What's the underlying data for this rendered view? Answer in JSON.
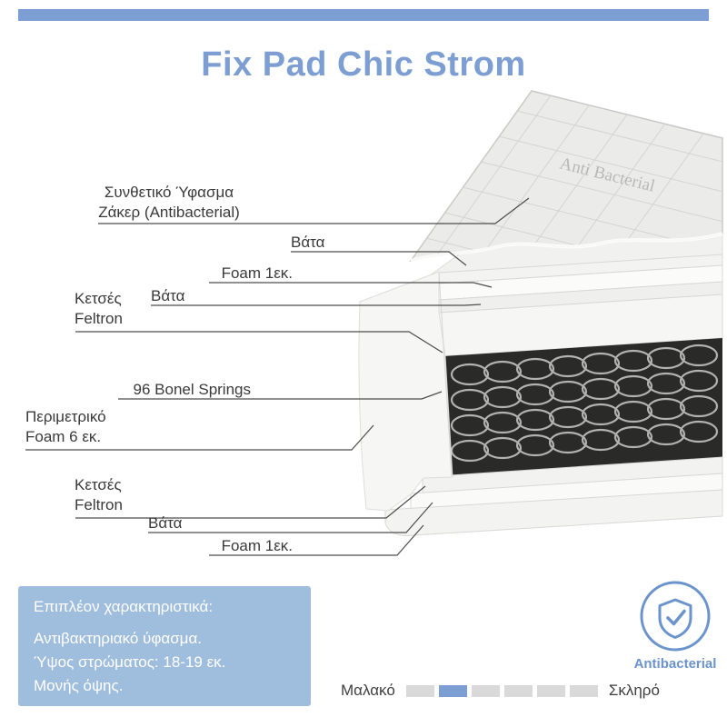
{
  "title": "Fix Pad Chic Strom",
  "colors": {
    "accent": "#7c9ed3",
    "info_box_bg": "#9fbddd",
    "icon_blue": "#6b93cc",
    "segment_inactive": "#d9d9d9",
    "label_text": "#3a3a3a"
  },
  "labels": {
    "fabric": {
      "line1": "Συνθετικό Ύφασμα",
      "line2": "Ζάκερ (Antibacterial)"
    },
    "vata_top": "Βάτα",
    "foam_top": "Foam 1εκ.",
    "vata_mid": "Βάτα",
    "ketses_upper": {
      "line1": "Κετσές",
      "line2": "Feltron"
    },
    "bonel": "96 Bonel Springs",
    "perimetriko": {
      "line1": "Περιμετρικό",
      "line2": "Foam 6 εκ."
    },
    "ketses_lower": {
      "line1": "Κετσές",
      "line2": "Feltron"
    },
    "vata_bottom": "Βάτα",
    "foam_bottom": "Foam 1εκ."
  },
  "fabric_print": "Anti Bacterial",
  "info_box": {
    "heading": "Επιπλέον χαρακτηριστικά:",
    "lines": [
      "Αντιβακτηριακό ύφασμα.",
      "Ύψος στρώματος: 18-19 εκ.",
      "Μονής όψης."
    ]
  },
  "badge": {
    "label": "Antibacterial",
    "icon": "shield-check-icon"
  },
  "firmness_scale": {
    "left_label": "Μαλακό",
    "right_label": "Σκληρό",
    "segments": 6,
    "active_index": 1
  }
}
